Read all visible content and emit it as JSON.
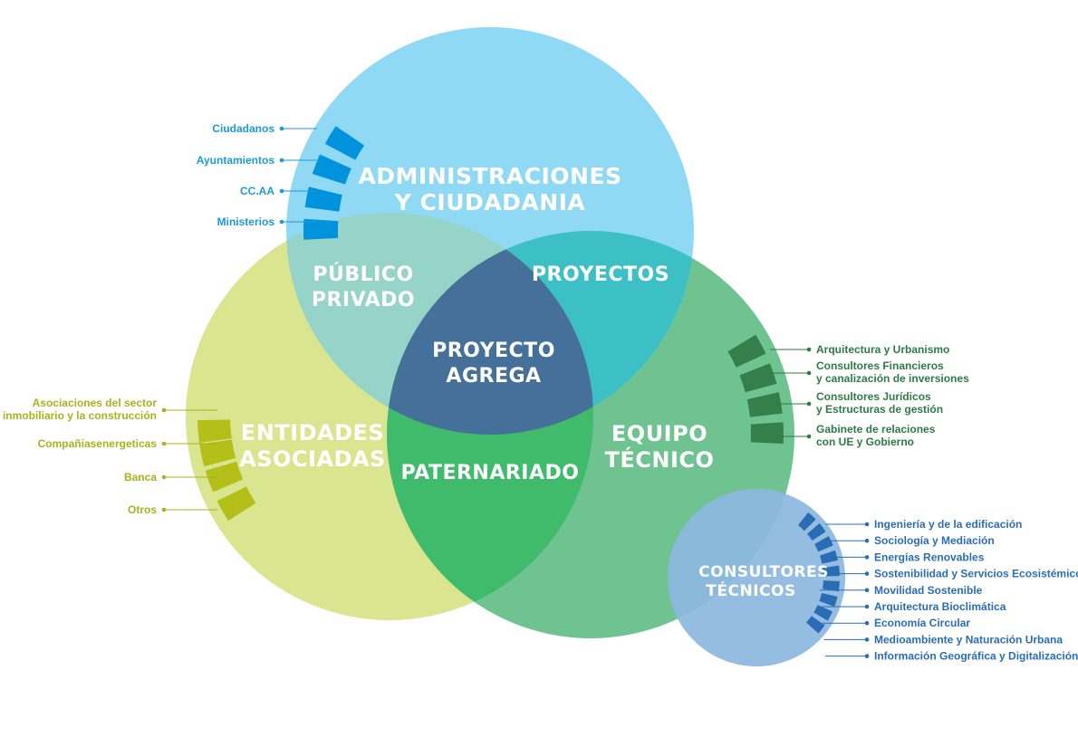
{
  "colors": {
    "top_circle": "#8fd9f5",
    "left_circle": "#d9e58f",
    "right_circle": "#6ec391",
    "small_circle": "#8db8e0",
    "center": "#44709a",
    "top_left_overlap": "#96d3c8",
    "top_right_overlap": "#3dbfc6",
    "bottom_overlap": "#3fbb6b",
    "blue_text": "#1a9ad6",
    "olive_text": "#a6b31b",
    "green_text": "#2e7a46",
    "navy_text": "#2a6db5"
  },
  "regions": {
    "top_line1": "ADMINISTRACIONES",
    "top_line2": "Y CIUDADANIA",
    "left_line1": "ENTIDADES",
    "left_line2": "ASOCIADAS",
    "right_line1": "EQUIPO",
    "right_line2": "TÉCNICO",
    "small_line1": "CONSULTORES",
    "small_line2": "TÉCNICOS",
    "tl_line1": "PÚBLICO",
    "tl_line2": "PRIVADO",
    "tr_line1": "PROYECTOS",
    "bottom_line1": "PATERNARIADO",
    "center_line1": "PROYECTO",
    "center_line2": "AGREGA"
  },
  "admin_items": [
    "Ciudadanos",
    "Ayuntamientos",
    "CC.AA",
    "Ministerios"
  ],
  "entidades_items": [
    [
      "Asociaciones del sector",
      "inmobiliario y la construcción"
    ],
    [
      "Compañiasenergeticas"
    ],
    [
      "Banca"
    ],
    [
      "Otros"
    ]
  ],
  "equipo_items": [
    [
      "Arquitectura y Urbanismo"
    ],
    [
      "Consultores Financieros",
      "y canalización de inversiones"
    ],
    [
      "Consultores Jurídicos",
      "y Estructuras de gestión"
    ],
    [
      "Gabinete de relaciones",
      "con UE y Gobierno"
    ]
  ],
  "consultores_items": [
    "Ingeniería y de la edificación",
    "Sociología y Mediación",
    "Energías Renovables",
    "Sostenibilidad y Servicios Ecosistémicos",
    "Movilidad Sostenible",
    "Arquitectura Bioclimática",
    "Economía Circular",
    "Medioambiente y Naturación Urbana",
    "Información Geográfica y Digitalización"
  ]
}
